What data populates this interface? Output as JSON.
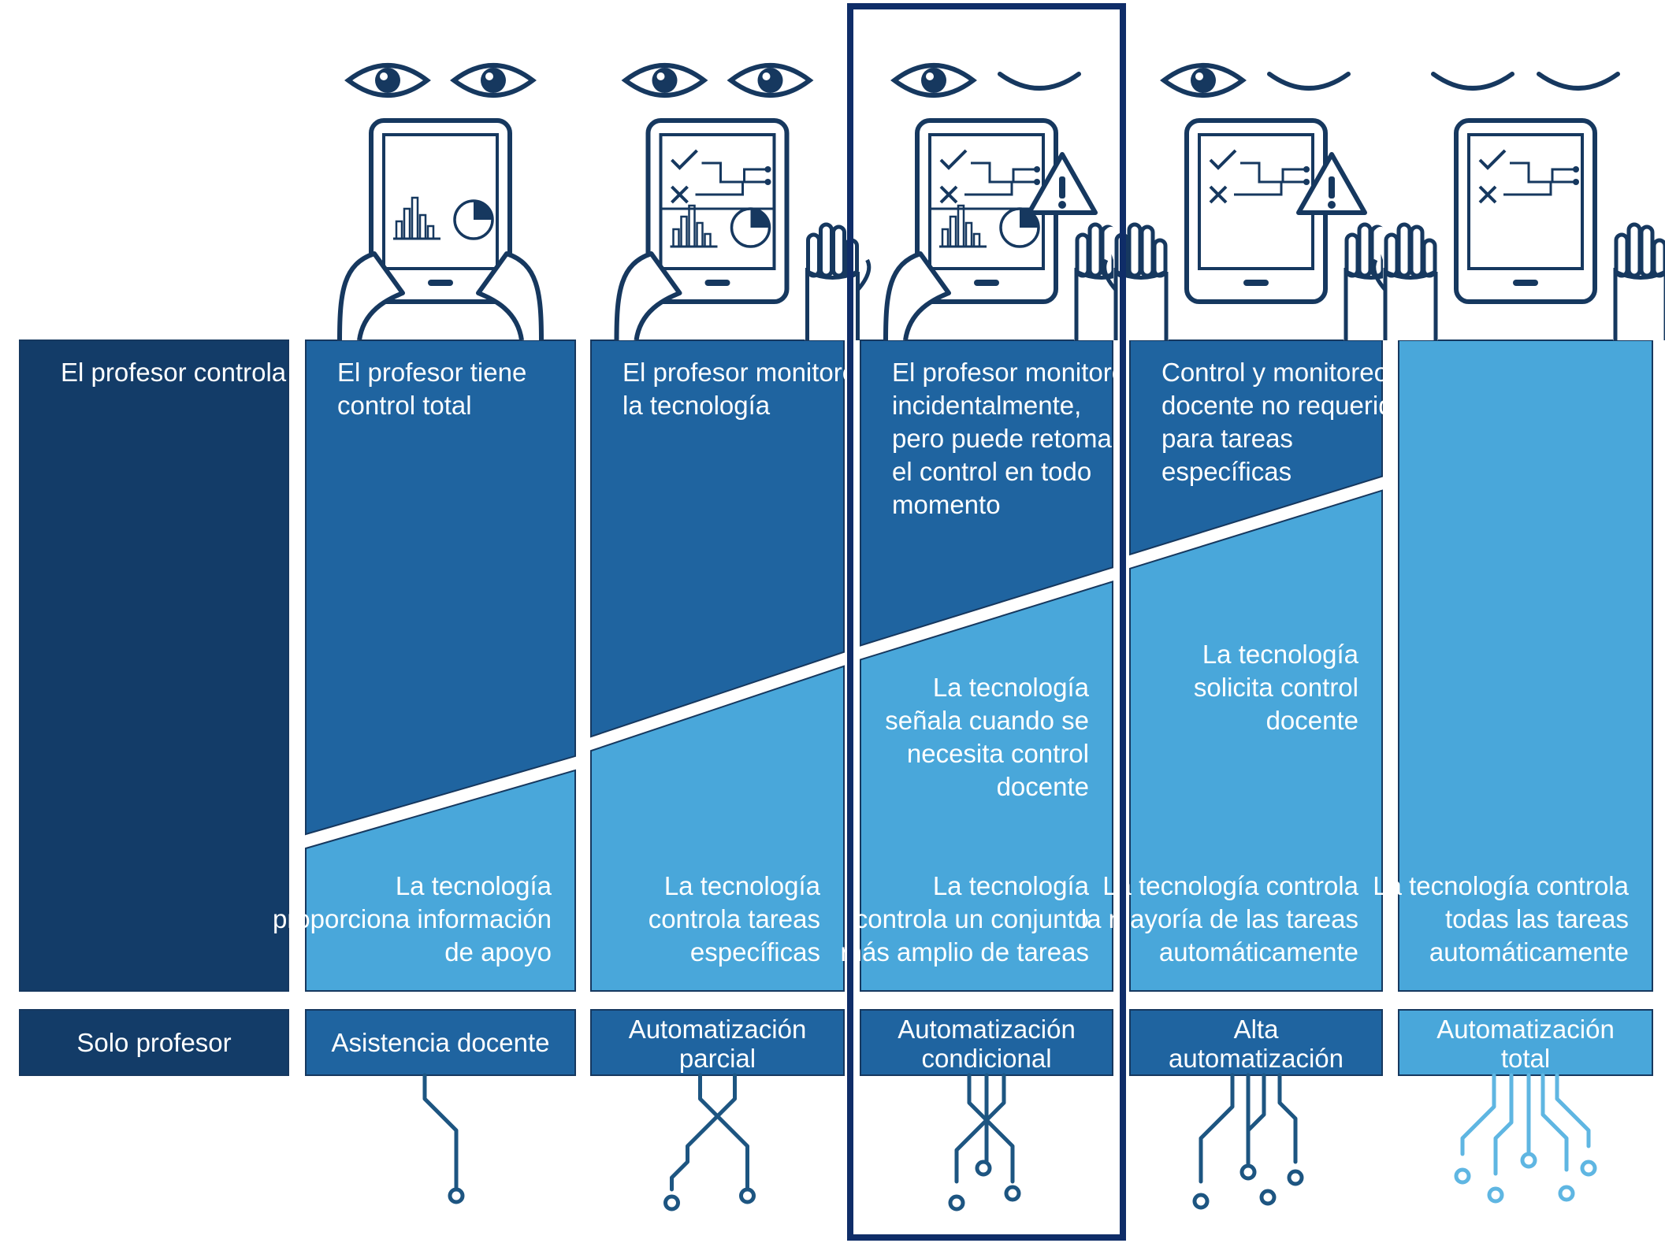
{
  "colors": {
    "outline": "#16385f",
    "dark": "#133c68",
    "medium": "#1f64a0",
    "light": "#49a7da",
    "circuit_dark": "#1d5581",
    "circuit_light": "#5fb6e2",
    "highlight_frame": "#0f2d68"
  },
  "highlighted_level": 3,
  "levels": [
    {
      "label": "Solo profesor",
      "teacher_text": [
        "El profesor controla"
      ],
      "tech_text": [],
      "eyes": [
        "none",
        "none"
      ],
      "device": "none",
      "hands": "none",
      "tech_share_left": 0,
      "tech_share_right": 0,
      "circuit_icon": "circuit-icon-none"
    },
    {
      "label": "Asistencia docente",
      "teacher_text": [
        "El profesor tiene",
        "control total"
      ],
      "tech_text": [
        "La tecnología",
        "proporciona información",
        "de apoyo"
      ],
      "eyes": [
        "open",
        "open"
      ],
      "device": "tablet-charts",
      "hands": "holding",
      "tech_share_left": 0.23,
      "tech_share_right": 0.35,
      "circuit_icon": "circuit-icon-single"
    },
    {
      "label": "Automatización parcial",
      "teacher_text": [
        "El profesor monitorea",
        "la tecnología"
      ],
      "tech_text": [
        "La tecnología",
        "controla tareas",
        "específicas"
      ],
      "eyes": [
        "open",
        "open"
      ],
      "device": "tablet-tasks-charts",
      "hands": "one-holding-one-raised",
      "tech_share_left": 0.38,
      "tech_share_right": 0.51,
      "circuit_icon": "circuit-icon-crossed"
    },
    {
      "label": "Automatización condicional",
      "teacher_text": [
        "El profesor monitorea",
        "incidentalmente,",
        "pero puede retomar",
        "el control en todo",
        "momento"
      ],
      "tech_text": [
        "La tecnología",
        "señala cuando se",
        "necesita control",
        "docente",
        "",
        "",
        "La tecnología",
        "controla un conjunto",
        "más amplio de tareas"
      ],
      "eyes": [
        "open",
        "closed"
      ],
      "device": "tablet-tasks-charts-warning",
      "hands": "one-holding-one-raised",
      "tech_share_left": 0.52,
      "tech_share_right": 0.64,
      "circuit_icon": "circuit-icon-triple"
    },
    {
      "label": "Alta automatización",
      "teacher_text": [
        "Control y monitoreo",
        "docente no requeridos",
        "para tareas",
        "específicas"
      ],
      "tech_text": [
        "La tecnología",
        "solicita control",
        "docente",
        "",
        "",
        "",
        "",
        "La tecnología controla",
        "la mayoría de las tareas",
        "automáticamente"
      ],
      "eyes": [
        "open",
        "closed"
      ],
      "device": "tablet-tasks-warning",
      "hands": "both-raised",
      "tech_share_left": 0.66,
      "tech_share_right": 0.78,
      "circuit_icon": "circuit-icon-quad"
    },
    {
      "label": "Automatización total",
      "teacher_text": [],
      "tech_text": [
        "La tecnología controla",
        "todas las tareas",
        "automáticamente"
      ],
      "eyes": [
        "closed",
        "closed"
      ],
      "device": "tablet-tasks",
      "hands": "both-raised",
      "tech_share_left": 1,
      "tech_share_right": 1,
      "circuit_icon": "circuit-icon-network"
    }
  ]
}
